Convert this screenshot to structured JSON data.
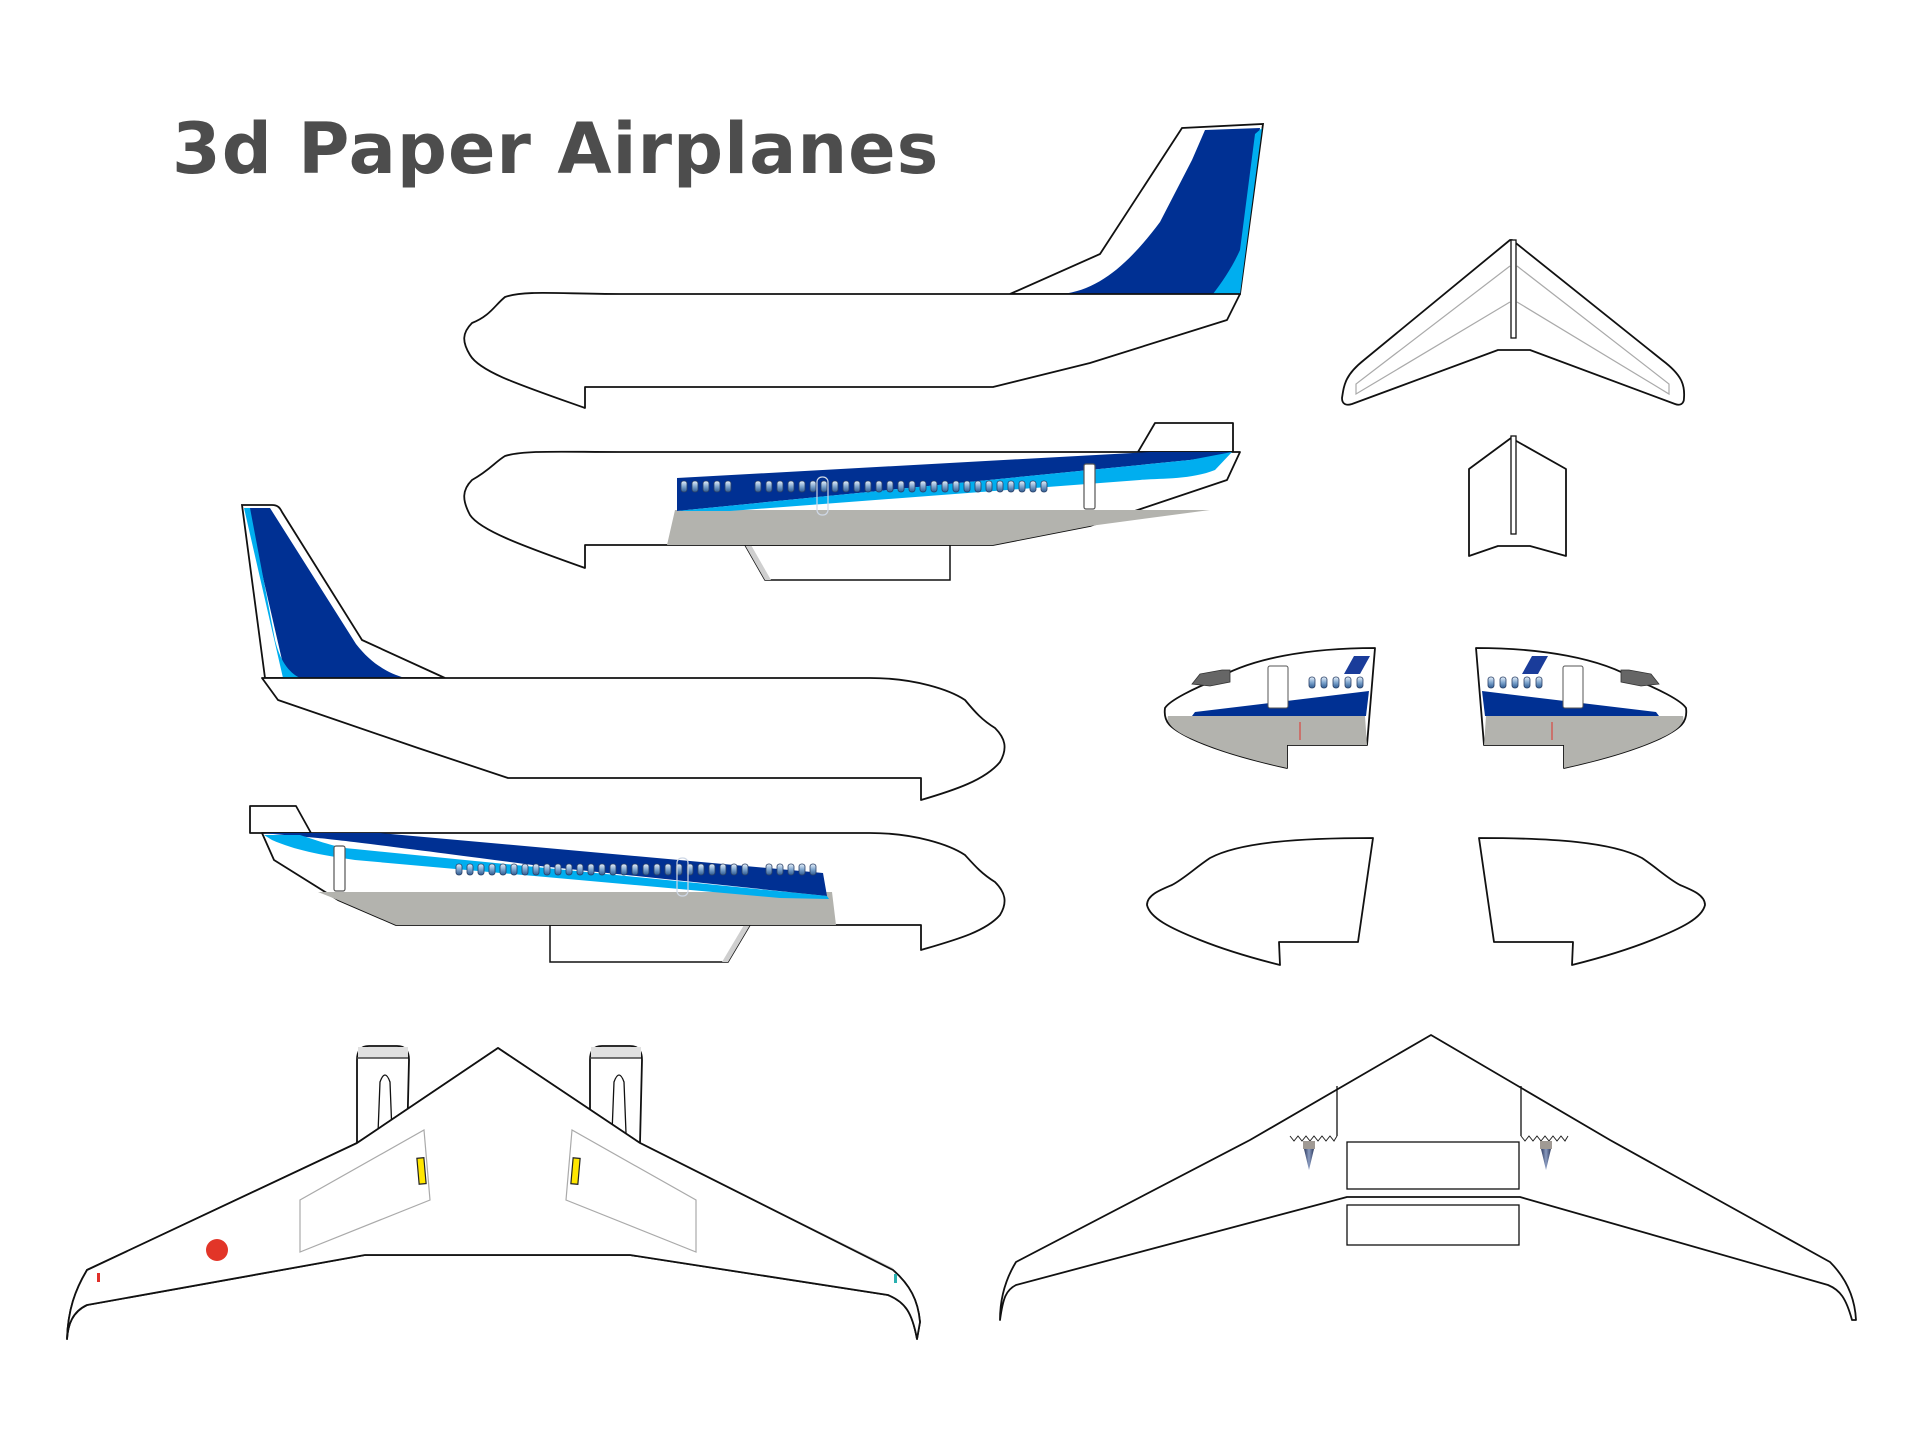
{
  "page": {
    "title": "3d Paper Airplanes"
  },
  "colors": {
    "title_text": "#4d4d4d",
    "livery_dark_blue": "#003093",
    "livery_light_blue": "#00aeef",
    "belly_gray": "#b3b3ae",
    "outline": "#111111",
    "shadow_gray": "#d0d0d0",
    "nav_light_red": "#e0302a",
    "nav_light_teal": "#2ab0b0",
    "marker_yellow": "#ffe600",
    "roundel_red": "#e23528",
    "cockpit_gray": "#666666",
    "exhaust_cone": "#4a5a80"
  },
  "parts": [
    {
      "id": "fuselage-left-outer",
      "label": "Fuselage side A (plain, with tail fin)"
    },
    {
      "id": "fuselage-left-inner",
      "label": "Fuselage side A (livery, with windows and stabilizer tab)"
    },
    {
      "id": "fuselage-right-outer",
      "label": "Fuselage side B (plain, with tail fin)"
    },
    {
      "id": "fuselage-right-inner",
      "label": "Fuselage side B (livery, with windows and stabilizer tab)"
    },
    {
      "id": "horizontal-stabilizer",
      "label": "Horizontal stabilizer"
    },
    {
      "id": "stabilizer-mount",
      "label": "Stabilizer mount"
    },
    {
      "id": "nose-left-livery",
      "label": "Nose section left (livery)"
    },
    {
      "id": "nose-right-livery",
      "label": "Nose section right (livery)"
    },
    {
      "id": "nose-left-plain",
      "label": "Nose section left (plain)"
    },
    {
      "id": "nose-right-plain",
      "label": "Nose section right (plain)"
    },
    {
      "id": "wing-top",
      "label": "Main wing top (with engines)"
    },
    {
      "id": "wing-bottom",
      "label": "Main wing bottom"
    }
  ]
}
